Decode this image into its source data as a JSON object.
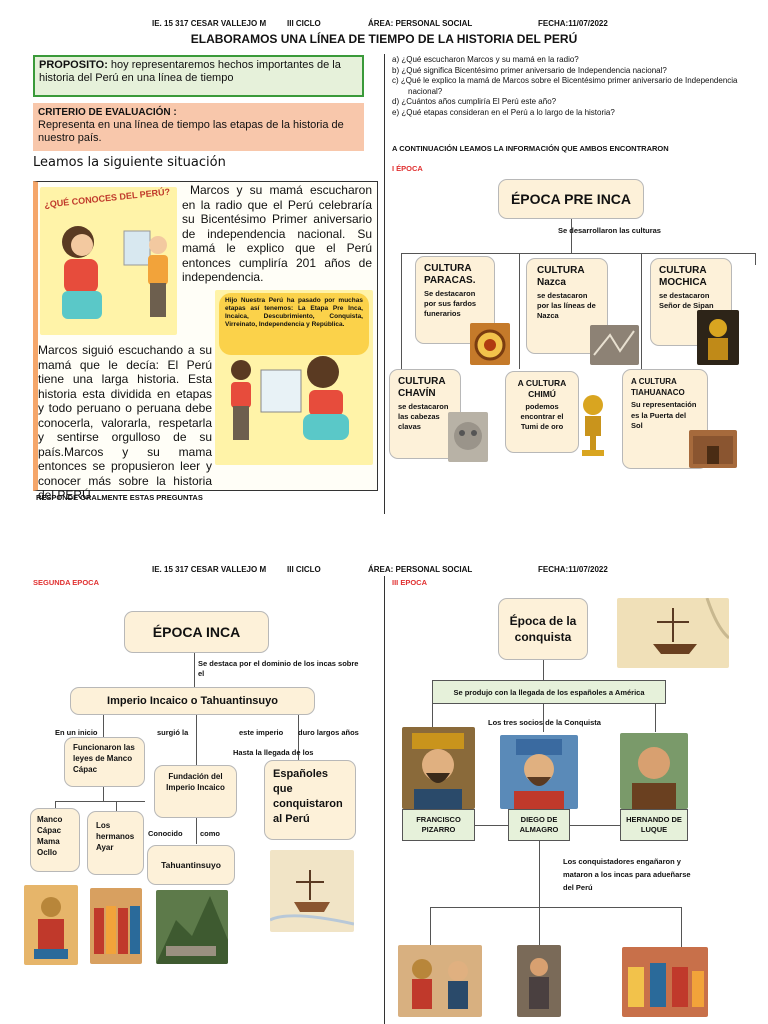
{
  "header": {
    "school": "IE. 15 317 CESAR VALLEJO M",
    "cycle": "III CICLO",
    "area": "ÁREA: PERSONAL SOCIAL",
    "date": "FECHA:11/07/2022"
  },
  "title": "ELABORAMOS UNA LÍNEA DE TIEMPO DE LA HISTORIA DEL PERÚ",
  "proposito": {
    "label": "PROPOSITO:",
    "text": " hoy representaremos hechos importantes de la historia del Perú en una línea de tiempo"
  },
  "criterio": {
    "label": "CRITERIO DE EVALUACIÓN :",
    "text": "Representa en una línea de tiempo las etapas de la historia de nuestro país."
  },
  "leamos": "Leamos la siguiente situación",
  "story": {
    "poster_title": "¿QUÉ CONOCES DEL PERÚ?",
    "p1": "Marcos y su mamá escucharon en la radio que el Perú celebraría su Bicentésimo Primer aniversario de independencia nacional. Su mamá le explico que el Perú entonces cumpliría 201 años de independencia.",
    "bubble": "Hijo Nuestra Perú ha pasado por muchas etapas así tenemos: La Etapa Pre Inca, Incaica, Descubrimiento, Conquista, Virreinato, Independencia y República.",
    "p2": "Marcos siguió escuchando a su mamá que le decía: El Perú tiene una larga historia. Esta historia esta dividida en etapas y todo peruano o peruana debe conocerla, valorarla, respetarla y sentirse orgulloso de su país.Marcos y su mama entonces se propusieron leer y conocer más sobre la historia del PERÚ",
    "responde": "RESPONDE ORALMENTE ESTAS PREGUNTAS"
  },
  "questions": [
    "a)   ¿Qué escucharon Marcos y su mamá en la radio?",
    "b)   ¿Qué significa Bicentésimo  primer aniversario de Independencia nacional?",
    "c)   ¿Qué le explico la mamá de Marcos sobre el Bicentésimo  primer aniversario de Independencia nacional?",
    "d)   ¿Cuántos años cumpliría El Perú este año?",
    "e)   ¿Qué etapas consideran en el Perú a lo largo de la historia?"
  ],
  "continuacion": "A CONTINUACIÓN LEAMOS LA INFORMACIÓN QUE AMBOS ENCONTRARON",
  "epoca1": {
    "label": "I ÉPOCA",
    "title": "ÉPOCA PRE INCA",
    "sub": "Se desarrollaron  las culturas",
    "cultures": [
      {
        "name": "CULTURA PARACAS.",
        "desc": "Se destacaron por sus fardos funerarios"
      },
      {
        "name": "CULTURA Nazca",
        "desc": "se destacaron por las líneas de Nazca"
      },
      {
        "name": "CULTURA MOCHICA",
        "desc": "se destacaron Señor de Sipan"
      },
      {
        "name": "CULTURA CHAVÍN",
        "desc": "se destacaron las cabezas clavas"
      },
      {
        "name": "A CULTURA CHIMÚ",
        "desc": "podemos encontrar el Tumi de oro"
      },
      {
        "name": "A CULTURA TIAHUANACO",
        "desc": "Su representación es la Puerta del Sol"
      }
    ]
  },
  "epoca2": {
    "label": "SEGUNDA EPOCA",
    "title": "ÉPOCA  INCA",
    "destaca": "Se destaca por el dominio de los incas sobre el",
    "imperio": "Imperio Incaico o Tahuantinsuyo",
    "en_un_inicio": "En un inicio",
    "surgio": "surgió la",
    "este_imperio": "este imperio",
    "duro": "duro largos años",
    "hasta": "Hasta la llegada de los",
    "leyes": "Funcionaron las leyes de Manco Cápac",
    "fundacion": "Fundación del Imperio Incaico",
    "espanoles": "Españoles que conquistaron al Perú",
    "manco": "Manco Cápac Mama Ocllo",
    "hermanos": "Los hermanos Ayar",
    "conocido": "Conocido",
    "como": "como",
    "tahuantinsuyo": "Tahuantinsuyo"
  },
  "epoca3": {
    "label": "III EPOCA",
    "title": "Época de la conquista",
    "llegada": "Se produjo con la llegada de los españoles a América",
    "socios": "Los tres socios de la Conquista",
    "pizarro": "FRANCISCO PIZARRO",
    "almagro": "DIEGO DE ALMAGRO",
    "luque": "HERNANDO DE LUQUE",
    "enganaron": "Los conquistadores engañaron y mataron a los incas para adueñarse del Perú"
  }
}
